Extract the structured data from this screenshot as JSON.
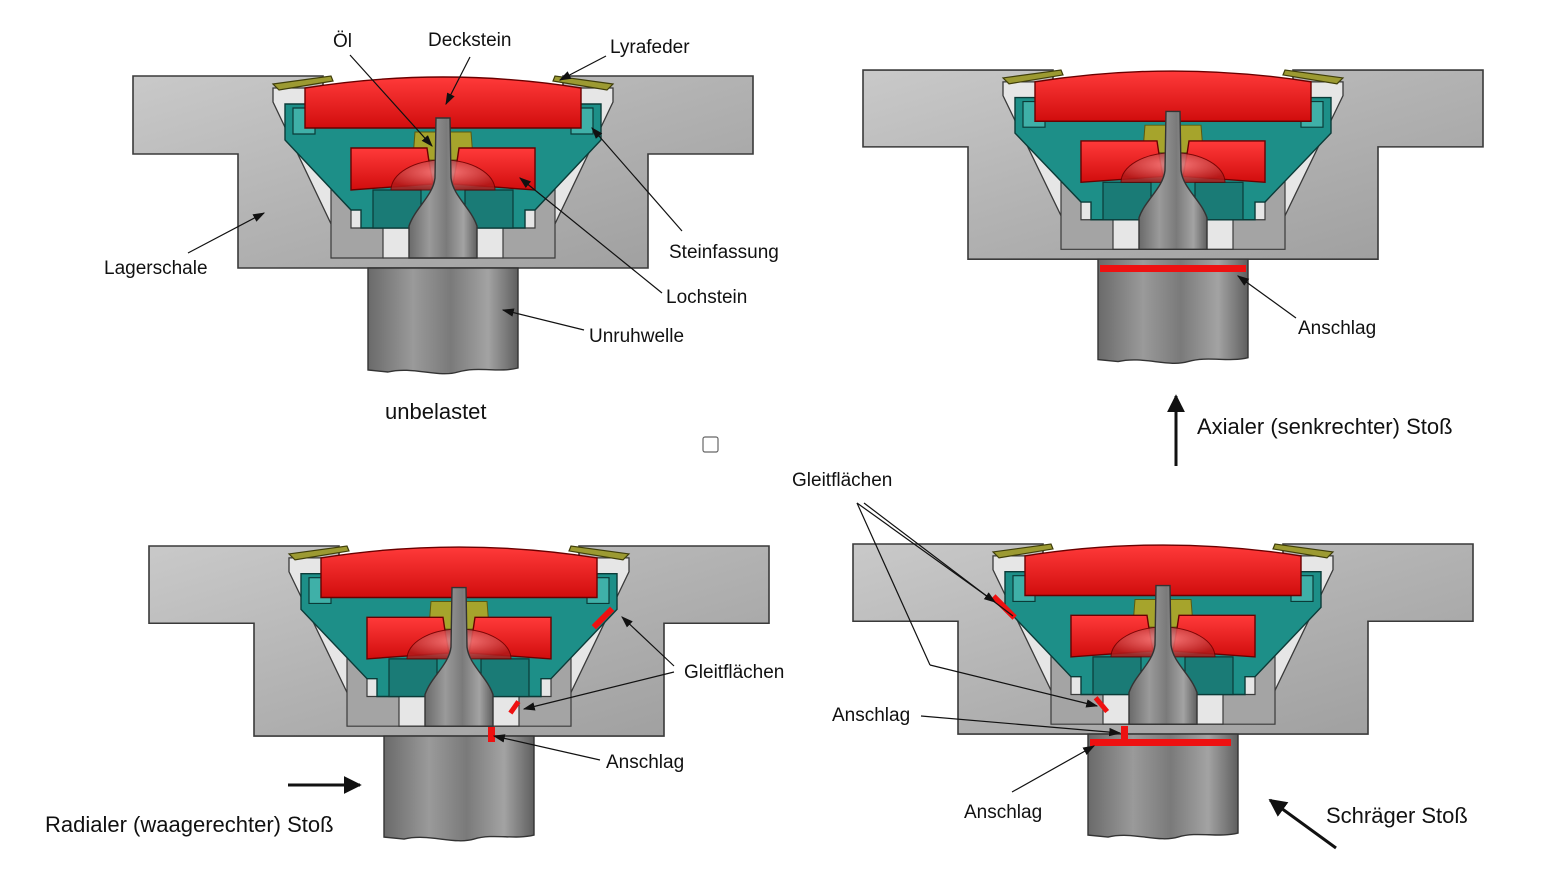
{
  "checkbox": {
    "checked": false
  },
  "panels": {
    "unloaded": {
      "caption": "unbelastet",
      "labels": {
        "oil": "Öl",
        "cap_jewel": "Deckstein",
        "lyra_spring": "Lyrafeder",
        "jewel_setting": "Steinfassung",
        "hole_jewel": "Lochstein",
        "balance_shaft": "Unruhwelle",
        "bearing_shell": "Lagerschale"
      }
    },
    "axial": {
      "caption": "Axialer (senkrechter) Stoß",
      "labels": {
        "stop": "Anschlag"
      }
    },
    "radial": {
      "caption": "Radialer (waagerechter) Stoß",
      "labels": {
        "sliding_surfaces": "Gleitflächen",
        "stop": "Anschlag"
      }
    },
    "oblique": {
      "caption": "Schräger Stoß",
      "labels": {
        "sliding_surfaces": "Gleitflächen",
        "stop_1": "Anschlag",
        "stop_2": "Anschlag"
      }
    }
  },
  "colors": {
    "jewel": "#e81818",
    "setting": "#1d8f88",
    "oil": "#a6a42c",
    "housing": "#b4b4b4",
    "highlight": "#ee1111"
  }
}
